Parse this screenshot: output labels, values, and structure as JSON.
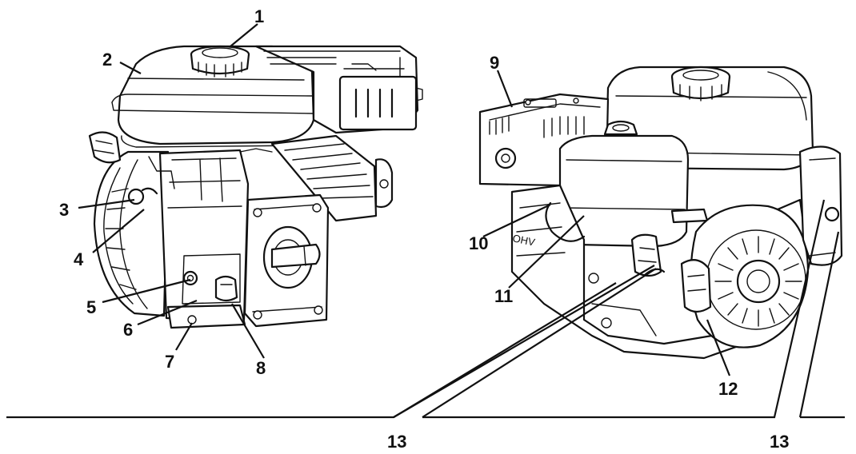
{
  "callouts": {
    "c1": "1",
    "c2": "2",
    "c3": "3",
    "c4": "4",
    "c5": "5",
    "c6": "6",
    "c7": "7",
    "c8": "8",
    "c9": "9",
    "c10": "10",
    "c11": "11",
    "c12": "12",
    "c13a": "13",
    "c13b": "13"
  },
  "colors": {
    "ink": "#111111",
    "background": "#ffffff"
  }
}
